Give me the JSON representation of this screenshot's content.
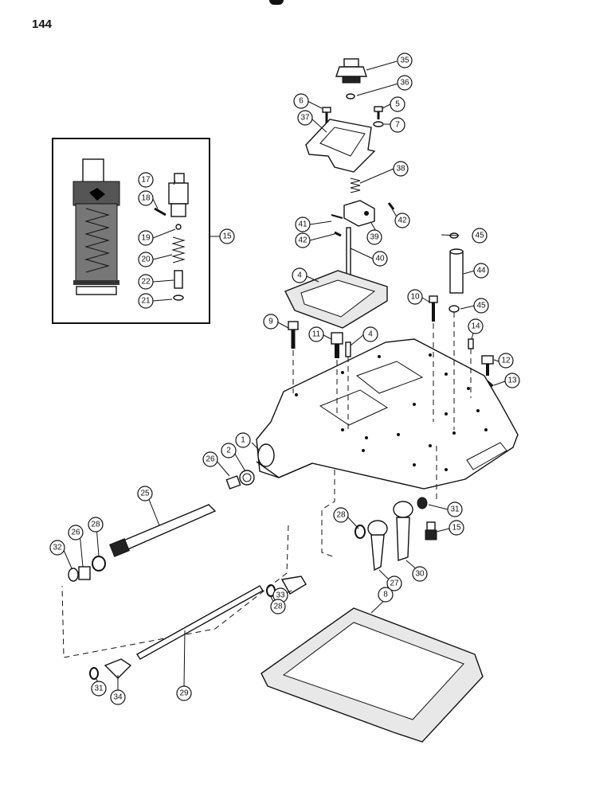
{
  "page": {
    "number": "144"
  },
  "inset": {
    "callout": "15"
  },
  "callouts": [
    {
      "id": "c35",
      "label": "35"
    },
    {
      "id": "c36",
      "label": "36"
    },
    {
      "id": "c6",
      "label": "6"
    },
    {
      "id": "c5",
      "label": "5"
    },
    {
      "id": "c37",
      "label": "37"
    },
    {
      "id": "c7",
      "label": "7"
    },
    {
      "id": "c17",
      "label": "17"
    },
    {
      "id": "c38",
      "label": "38"
    },
    {
      "id": "c18",
      "label": "18"
    },
    {
      "id": "c15a",
      "label": "15"
    },
    {
      "id": "c19",
      "label": "19"
    },
    {
      "id": "c20",
      "label": "20"
    },
    {
      "id": "c22",
      "label": "22"
    },
    {
      "id": "c21",
      "label": "21"
    },
    {
      "id": "c41",
      "label": "41"
    },
    {
      "id": "c42a",
      "label": "42"
    },
    {
      "id": "c42b",
      "label": "42"
    },
    {
      "id": "c39",
      "label": "39"
    },
    {
      "id": "c45a",
      "label": "45"
    },
    {
      "id": "c40",
      "label": "40"
    },
    {
      "id": "c44",
      "label": "44"
    },
    {
      "id": "c4a",
      "label": "4"
    },
    {
      "id": "c10",
      "label": "10"
    },
    {
      "id": "c45b",
      "label": "45"
    },
    {
      "id": "c9",
      "label": "9"
    },
    {
      "id": "c11",
      "label": "11"
    },
    {
      "id": "c4b",
      "label": "4"
    },
    {
      "id": "c14",
      "label": "14"
    },
    {
      "id": "c12",
      "label": "12"
    },
    {
      "id": "c13",
      "label": "13"
    },
    {
      "id": "c1",
      "label": "1"
    },
    {
      "id": "c26a",
      "label": "26"
    },
    {
      "id": "c2",
      "label": "2"
    },
    {
      "id": "c25",
      "label": "25"
    },
    {
      "id": "c31a",
      "label": "31"
    },
    {
      "id": "c28a",
      "label": "28"
    },
    {
      "id": "c15b",
      "label": "15"
    },
    {
      "id": "c32",
      "label": "32"
    },
    {
      "id": "c26b",
      "label": "26"
    },
    {
      "id": "c28b",
      "label": "28"
    },
    {
      "id": "c30",
      "label": "30"
    },
    {
      "id": "c27",
      "label": "27"
    },
    {
      "id": "c33",
      "label": "33"
    },
    {
      "id": "c28c",
      "label": "28"
    },
    {
      "id": "c8",
      "label": "8"
    },
    {
      "id": "c29",
      "label": "29"
    },
    {
      "id": "c31b",
      "label": "31"
    },
    {
      "id": "c34",
      "label": "34"
    }
  ]
}
